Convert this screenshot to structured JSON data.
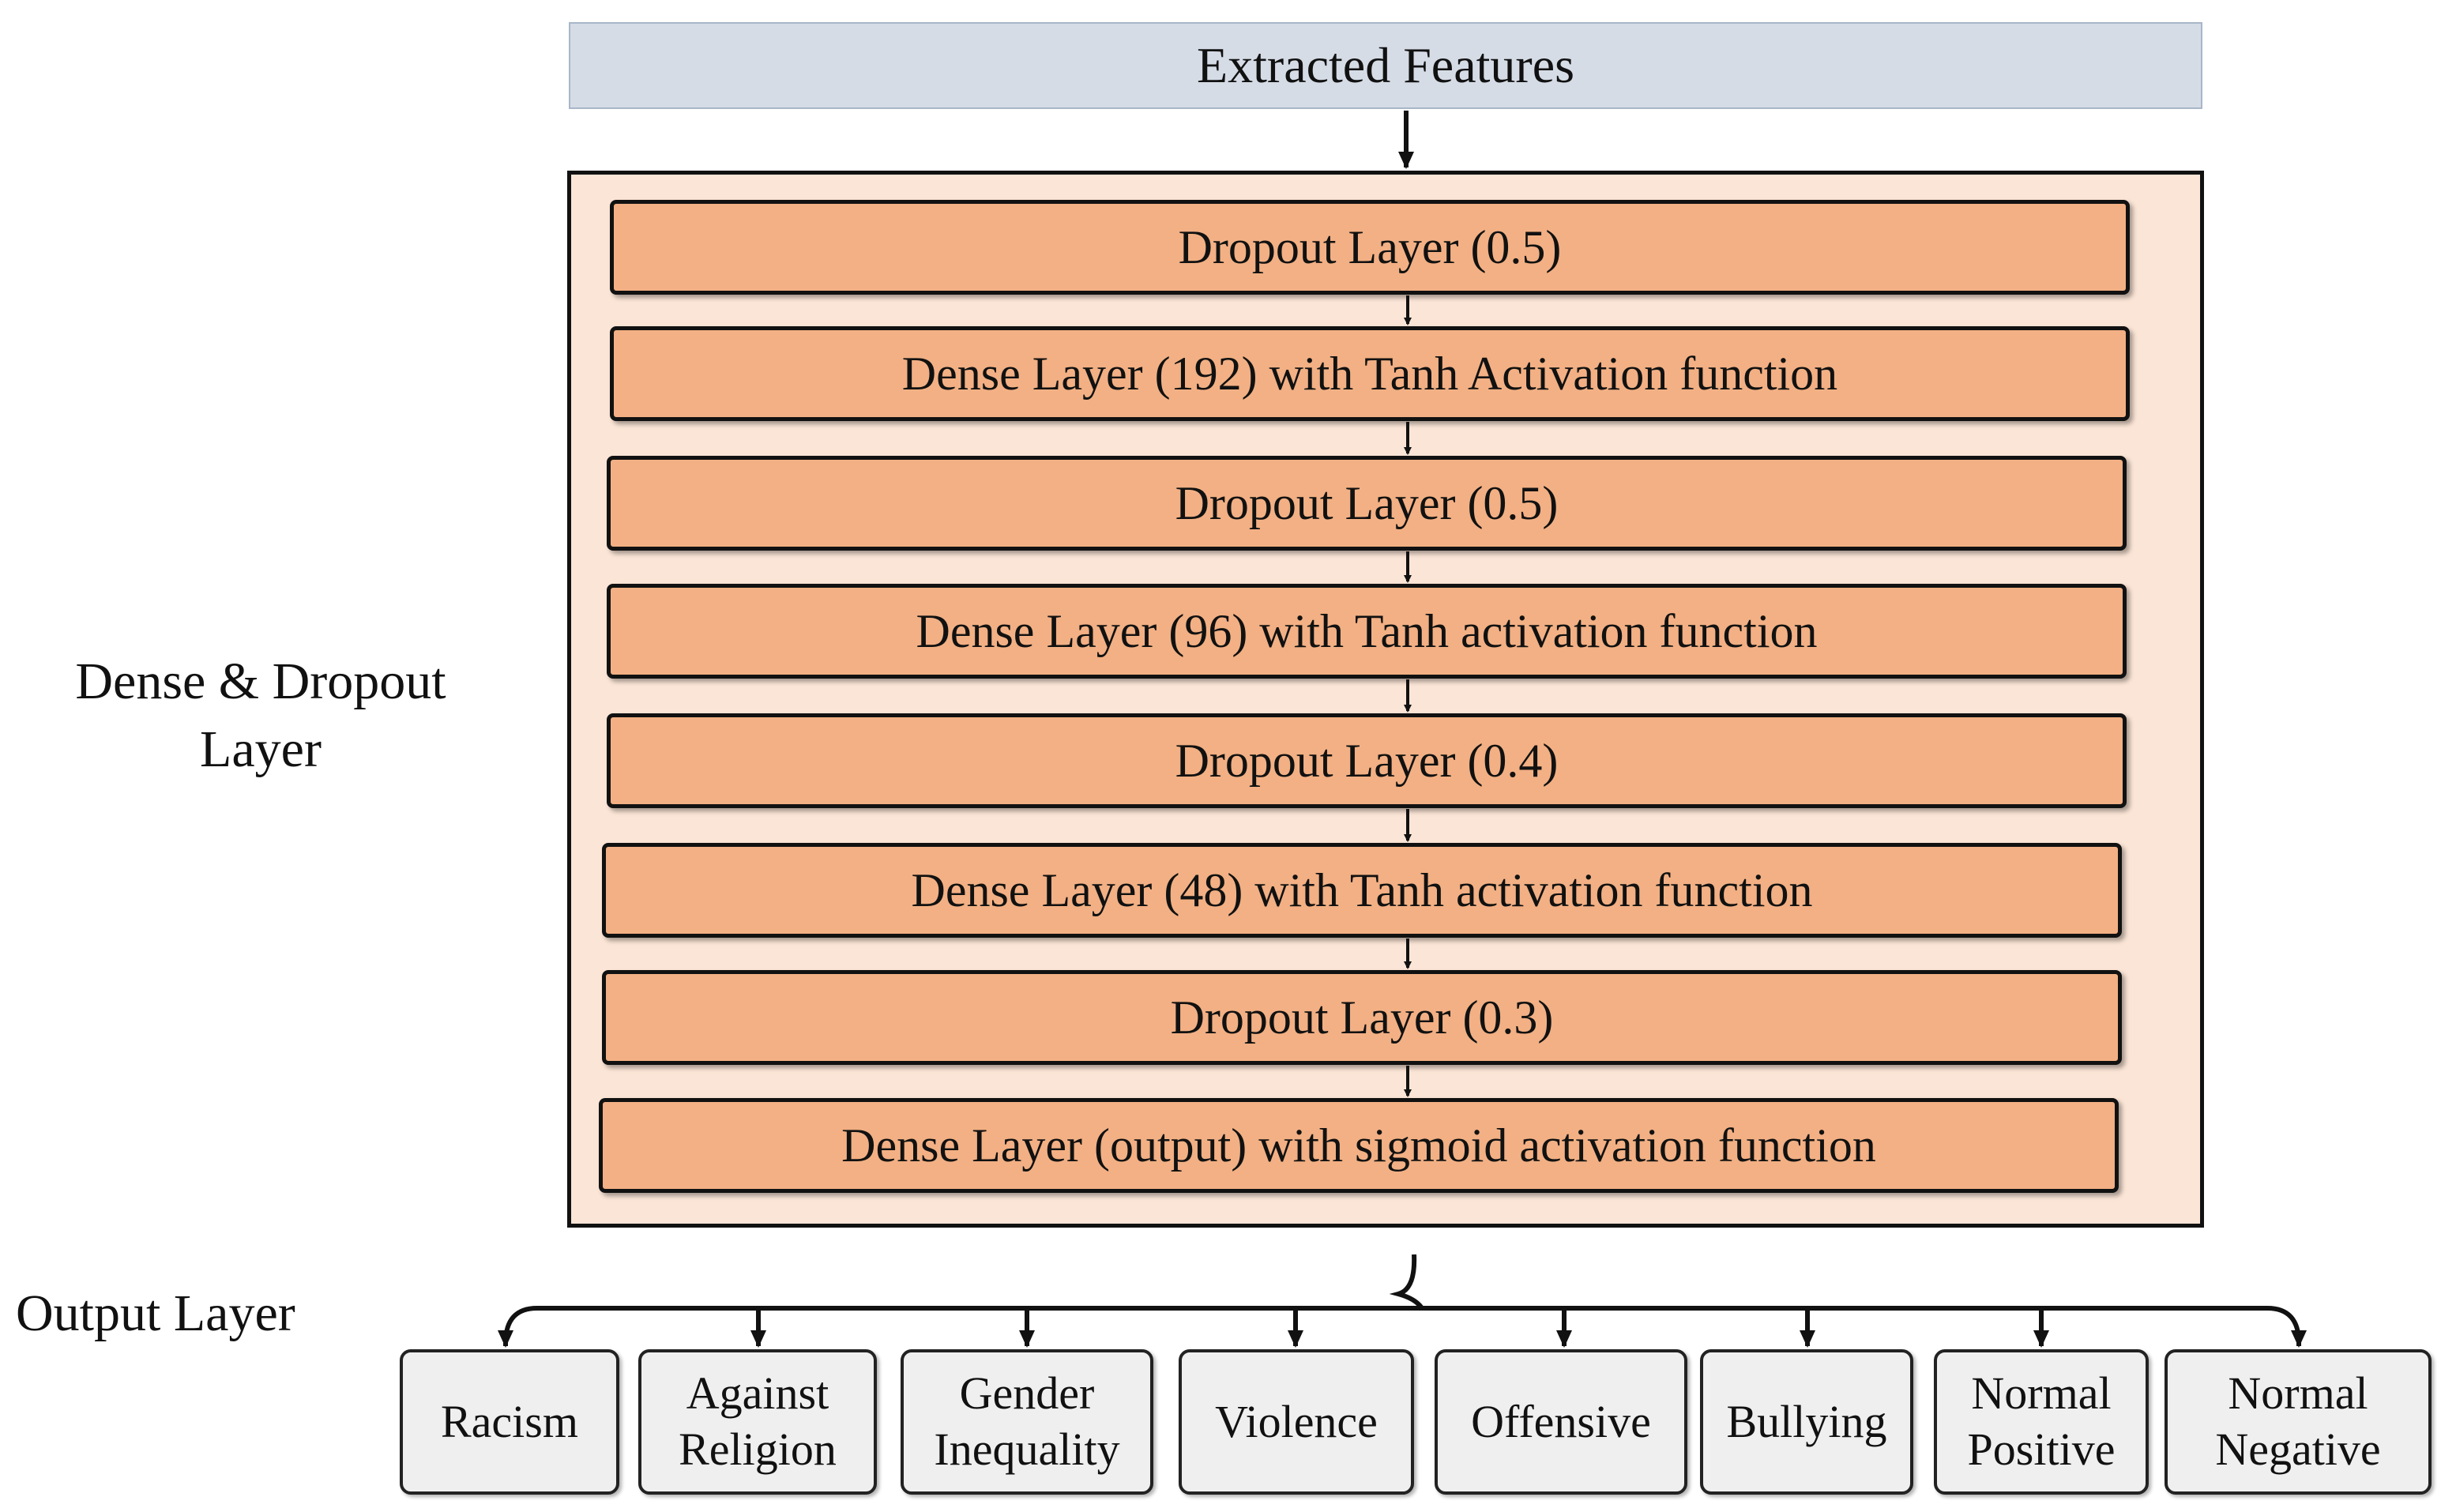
{
  "input": {
    "label": "Extracted Features"
  },
  "side_labels": {
    "dense_dropout": "Dense & Dropout\nLayer",
    "output": "Output Layer"
  },
  "layers": [
    "Dropout Layer (0.5)",
    "Dense Layer (192) with Tanh Activation function",
    "Dropout Layer (0.5)",
    "Dense Layer (96) with Tanh activation function",
    "Dropout Layer (0.4)",
    "Dense Layer (48) with Tanh activation function",
    "Dropout Layer (0.3)",
    "Dense Layer (output) with sigmoid activation function"
  ],
  "outputs": [
    "Racism",
    "Against\nReligion",
    "Gender\nInequality",
    "Violence",
    "Offensive",
    "Bullying",
    "Normal\nPositive",
    "Normal\nNegative"
  ]
}
